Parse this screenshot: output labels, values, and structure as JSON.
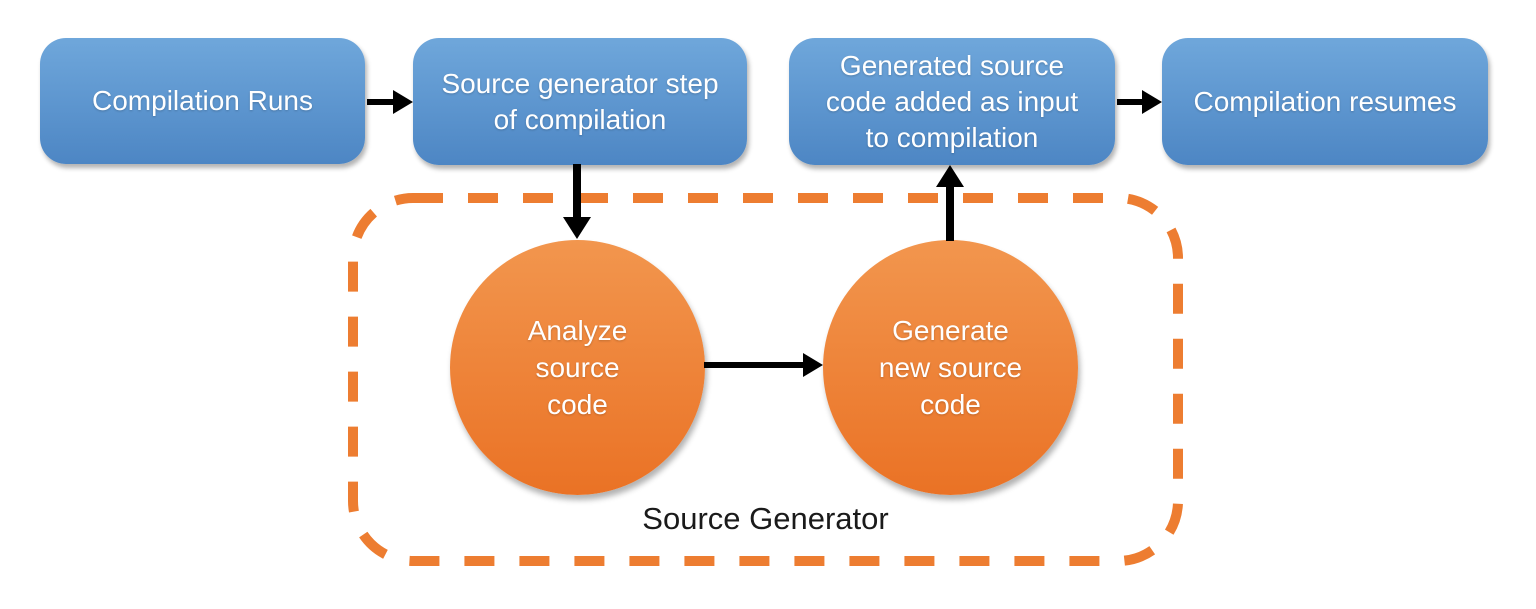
{
  "nodes": {
    "compilation_runs": {
      "label": "Compilation Runs"
    },
    "source_generator_step": {
      "lines": [
        "Source generator step",
        "of compilation"
      ]
    },
    "generated_source": {
      "lines": [
        "Generated source",
        "code added as input",
        "to compilation"
      ]
    },
    "compilation_resumes": {
      "label": "Compilation resumes"
    },
    "analyze_source_code": {
      "lines": [
        "Analyze",
        "source",
        "code"
      ]
    },
    "generate_new_source_code": {
      "lines": [
        "Generate",
        "new source",
        "code"
      ]
    },
    "group": {
      "label": "Source Generator"
    }
  },
  "colors": {
    "box_blue_top": "#6FA7DB",
    "box_blue_bottom": "#4D86C4",
    "circle_orange_top": "#F2964E",
    "circle_orange_bottom": "#EA7225",
    "dashed_border": "#ED7D31",
    "arrow_black": "#000000",
    "label_black": "#1A1A1A",
    "text_white": "#FFFFFF"
  }
}
